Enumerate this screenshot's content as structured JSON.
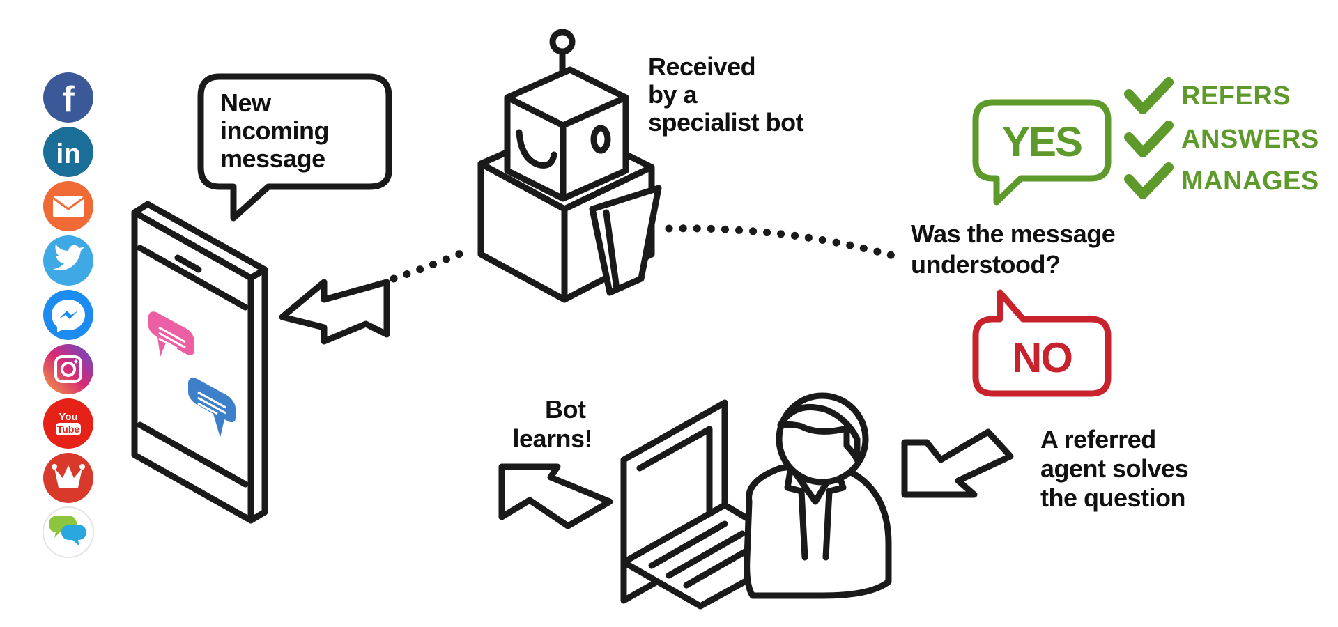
{
  "labels": {
    "new_incoming": [
      "New",
      "incoming",
      "message"
    ],
    "received": [
      "Received",
      "by a",
      "specialist bot"
    ],
    "question": [
      "Was the message",
      "understood?"
    ],
    "yes": "YES",
    "no": "NO",
    "outcomes": [
      "REFERS",
      "ANSWERS",
      "MANAGES"
    ],
    "agent": [
      "A referred",
      "agent solves",
      "the question"
    ],
    "learns": [
      "Bot",
      "learns!"
    ],
    "social_youtube": [
      "You",
      "Tube"
    ]
  },
  "social_icons": [
    {
      "name": "facebook-icon",
      "color": "#3b5998"
    },
    {
      "name": "linkedin-icon",
      "color": "#1b6e98"
    },
    {
      "name": "email-icon",
      "color": "#f06a35"
    },
    {
      "name": "twitter-icon",
      "color": "#3fa9e6"
    },
    {
      "name": "messenger-icon",
      "color": "#1d8cf0"
    },
    {
      "name": "instagram-icon",
      "color": "#c1358a"
    },
    {
      "name": "youtube-icon",
      "color": "#e62117"
    },
    {
      "name": "jester-icon",
      "color": "#d8392b"
    },
    {
      "name": "chat-bubbles-icon",
      "color": "#ffffff"
    }
  ],
  "colors": {
    "ink": "#1a1a1a",
    "yes": "#5d9a2b",
    "no": "#c8232c",
    "chat_pink": "#ec5fa5",
    "chat_blue": "#3d7fc9"
  }
}
